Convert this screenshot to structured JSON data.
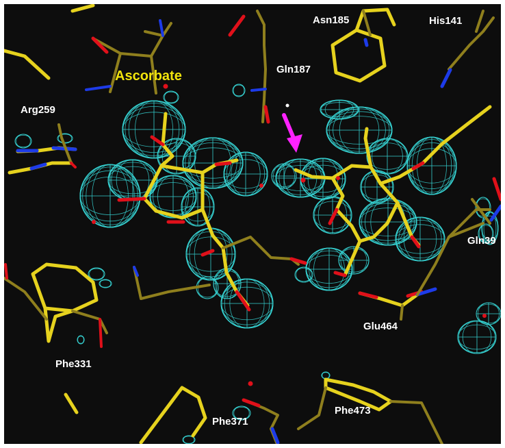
{
  "colors": {
    "background": "#0d0d0d",
    "frame": "#ffffff",
    "mesh": "#36d1d1",
    "bond_bright": "#e6d21e",
    "bond_dark": "#8f7f1d",
    "oxygen": "#e0101a",
    "nitrogen": "#1d3be8",
    "arrow": "#ff22ff",
    "ligand_label": "#f2e40c",
    "residue_label": "#ffffff"
  },
  "labels": {
    "ascorbate": "Ascorbate",
    "asn185": "Asn185",
    "his141": "His141",
    "gln187": "Gln187",
    "arg259": "Arg259",
    "gln39": "Gln39",
    "glu464": "Glu464",
    "phe331": "Phe331",
    "phe371": "Phe371",
    "phe473": "Phe473"
  },
  "icons": {
    "arrow": "magenta-arrow-icon"
  }
}
